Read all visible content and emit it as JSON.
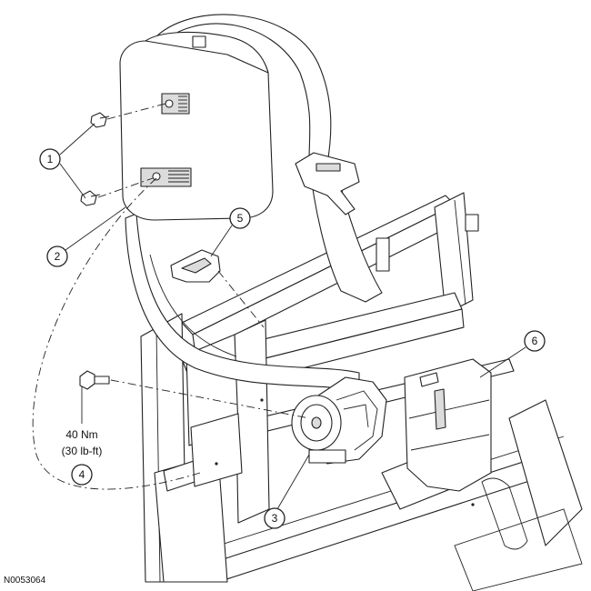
{
  "callouts": {
    "c1": "1",
    "c2": "2",
    "c3": "3",
    "c4": "4",
    "c5": "5",
    "c6": "6"
  },
  "torque": {
    "metric": "40 Nm",
    "imperial": "(30 lb-ft)"
  },
  "figure_id": "N0053064"
}
